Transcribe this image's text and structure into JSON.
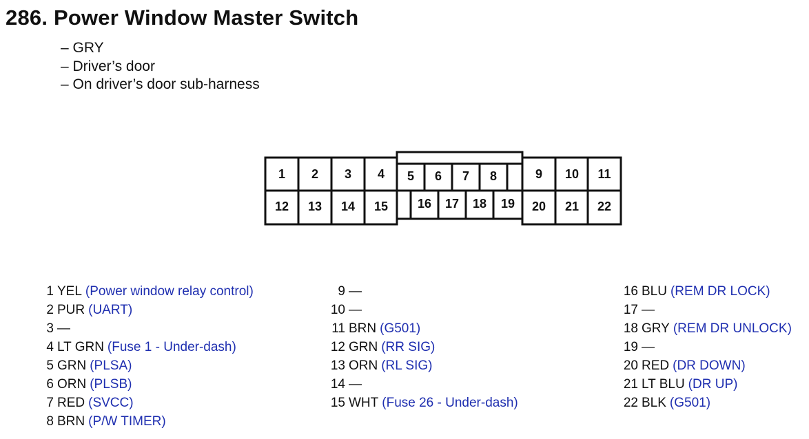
{
  "title": "286. Power Window Master Switch",
  "subtitle_lines": [
    "– GRY",
    "– Driver’s door",
    "– On driver’s door sub-harness"
  ],
  "colors": {
    "text": "#111111",
    "function_text": "#1f2fb0",
    "connector_stroke": "#111111"
  },
  "connector": {
    "pins": [
      "1",
      "2",
      "3",
      "4",
      "5",
      "6",
      "7",
      "8",
      "9",
      "10",
      "11",
      "12",
      "13",
      "14",
      "15",
      "16",
      "17",
      "18",
      "19",
      "20",
      "21",
      "22"
    ]
  },
  "pin_legend": {
    "column_1": [
      {
        "pin": "1",
        "wire": "YEL",
        "function": "(Power window relay control)"
      },
      {
        "pin": "2",
        "wire": "PUR",
        "function": "(UART)"
      },
      {
        "pin": "3",
        "wire": "—",
        "function": ""
      },
      {
        "pin": "4",
        "wire": "LT GRN",
        "function": "(Fuse 1 - Under-dash)"
      },
      {
        "pin": "5",
        "wire": "GRN",
        "function": "(PLSA)"
      },
      {
        "pin": "6",
        "wire": "ORN",
        "function": "(PLSB)"
      },
      {
        "pin": "7",
        "wire": "RED",
        "function": "(SVCC)"
      },
      {
        "pin": "8",
        "wire": "BRN",
        "function": "(P/W TIMER)"
      }
    ],
    "column_2": [
      {
        "pin": "9",
        "wire": "—",
        "function": ""
      },
      {
        "pin": "10",
        "wire": "—",
        "function": ""
      },
      {
        "pin": "11",
        "wire": "BRN",
        "function": "(G501)"
      },
      {
        "pin": "12",
        "wire": "GRN",
        "function": "(RR SIG)"
      },
      {
        "pin": "13",
        "wire": "ORN",
        "function": "(RL SIG)"
      },
      {
        "pin": "14",
        "wire": "—",
        "function": ""
      },
      {
        "pin": "15",
        "wire": "WHT",
        "function": "(Fuse 26 - Under-dash)"
      }
    ],
    "column_3": [
      {
        "pin": "16",
        "wire": "BLU",
        "function": "(REM DR LOCK)"
      },
      {
        "pin": "17",
        "wire": "—",
        "function": ""
      },
      {
        "pin": "18",
        "wire": "GRY",
        "function": "(REM DR UNLOCK)"
      },
      {
        "pin": "19",
        "wire": "—",
        "function": ""
      },
      {
        "pin": "20",
        "wire": "RED",
        "function": "(DR DOWN)"
      },
      {
        "pin": "21",
        "wire": "LT BLU",
        "function": "(DR UP)"
      },
      {
        "pin": "22",
        "wire": "BLK",
        "function": "(G501)"
      }
    ]
  }
}
